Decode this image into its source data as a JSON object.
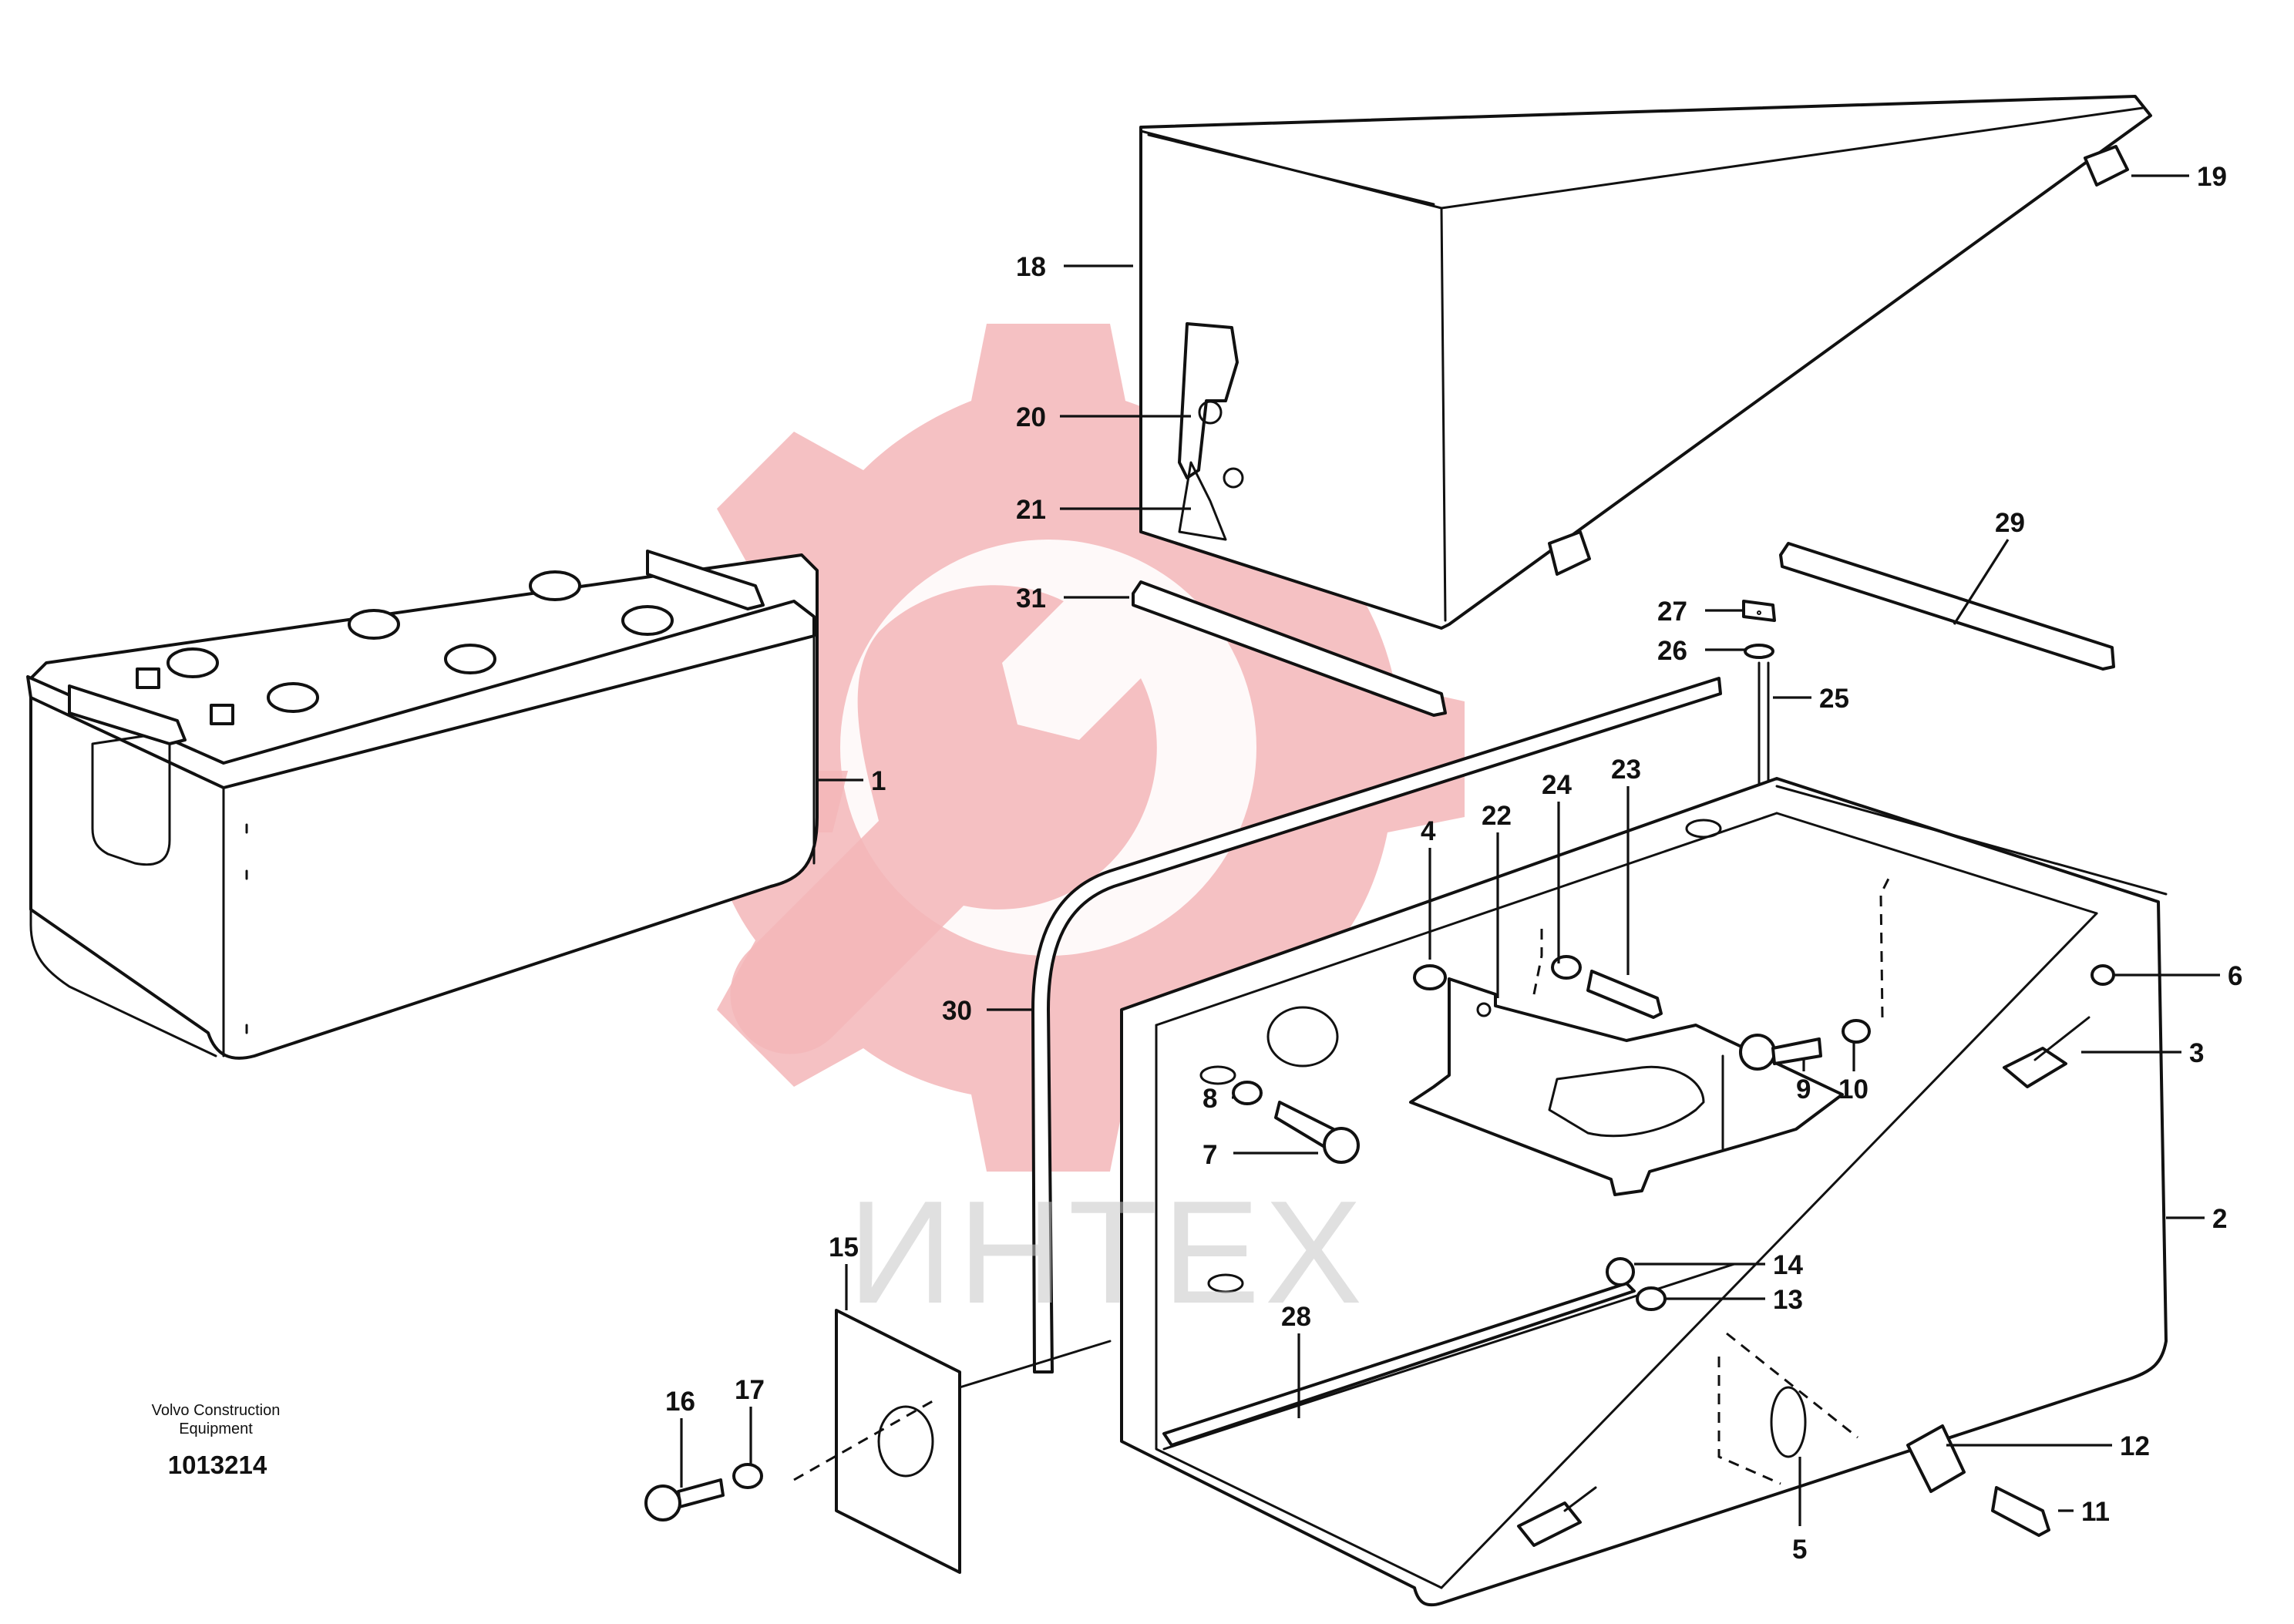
{
  "diagram": {
    "callouts": [
      {
        "id": "1",
        "label": "1"
      },
      {
        "id": "2",
        "label": "2"
      },
      {
        "id": "3",
        "label": "3"
      },
      {
        "id": "4",
        "label": "4"
      },
      {
        "id": "5",
        "label": "5"
      },
      {
        "id": "6",
        "label": "6"
      },
      {
        "id": "7",
        "label": "7"
      },
      {
        "id": "8",
        "label": "8"
      },
      {
        "id": "9",
        "label": "9"
      },
      {
        "id": "10",
        "label": "10"
      },
      {
        "id": "11",
        "label": "11"
      },
      {
        "id": "12",
        "label": "12"
      },
      {
        "id": "13",
        "label": "13"
      },
      {
        "id": "14",
        "label": "14"
      },
      {
        "id": "15",
        "label": "15"
      },
      {
        "id": "16",
        "label": "16"
      },
      {
        "id": "17",
        "label": "17"
      },
      {
        "id": "18",
        "label": "18"
      },
      {
        "id": "19",
        "label": "19"
      },
      {
        "id": "20",
        "label": "20"
      },
      {
        "id": "21",
        "label": "21"
      },
      {
        "id": "22",
        "label": "22"
      },
      {
        "id": "23",
        "label": "23"
      },
      {
        "id": "24",
        "label": "24"
      },
      {
        "id": "25",
        "label": "25"
      },
      {
        "id": "26",
        "label": "26"
      },
      {
        "id": "27",
        "label": "27"
      },
      {
        "id": "28",
        "label": "28"
      },
      {
        "id": "29",
        "label": "29"
      },
      {
        "id": "30",
        "label": "30"
      },
      {
        "id": "31",
        "label": "31"
      }
    ],
    "credit_line1": "Volvo Construction",
    "credit_line2": "Equipment",
    "doc_number": "1013214",
    "watermark_text": "ИНТЕХ"
  },
  "colors": {
    "line": "#111111",
    "watermark_logo": "#f3b6b8",
    "watermark_text": "#c8c8c8",
    "background": "#ffffff"
  }
}
